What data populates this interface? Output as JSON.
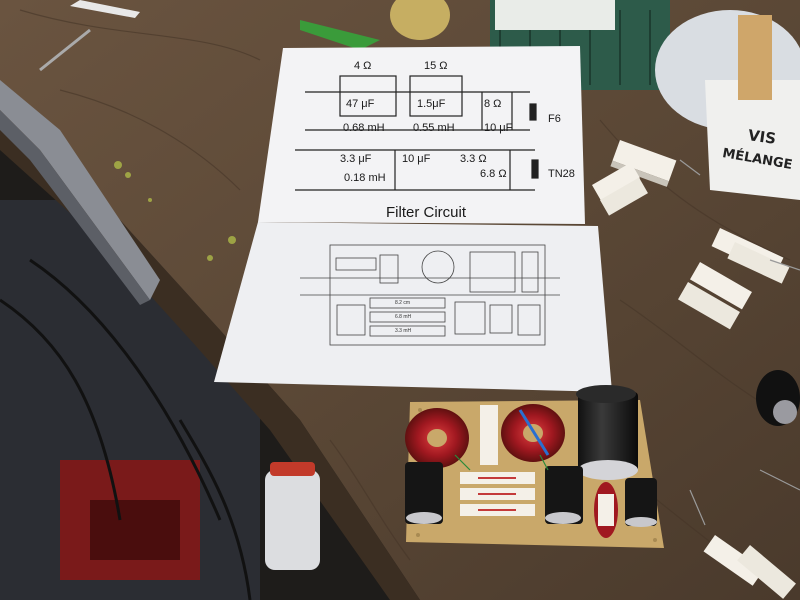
{
  "sheet_top": {
    "labels": {
      "r1": "4 Ω",
      "r2": "15 Ω",
      "c1": "47 μF",
      "c2": "1.5μF",
      "r3": "8 Ω",
      "l1": "0.68 mH",
      "l2": "0.55 mH",
      "c3": "10 μF",
      "driver1": "F6",
      "c4": "3.3 μF",
      "c5": "10 μF",
      "r4": "3.3 Ω",
      "l3": "0.18 mH",
      "r5": "6.8 Ω",
      "driver2": "TN28"
    },
    "title": "Filter Circuit"
  },
  "sheet_bottom": {
    "labels": {
      "a": "8.2 cm",
      "b": "6.8 mH",
      "c": "3.3 mH"
    }
  },
  "container_text": {
    "line1": "VIS",
    "line2": "MÉLANGE"
  },
  "colors": {
    "bench": "#5a4632",
    "paper": "#f2f2f4",
    "pcb": "#c9a86a",
    "coil": "#b0202a",
    "resistor": "#f4f0e8"
  }
}
